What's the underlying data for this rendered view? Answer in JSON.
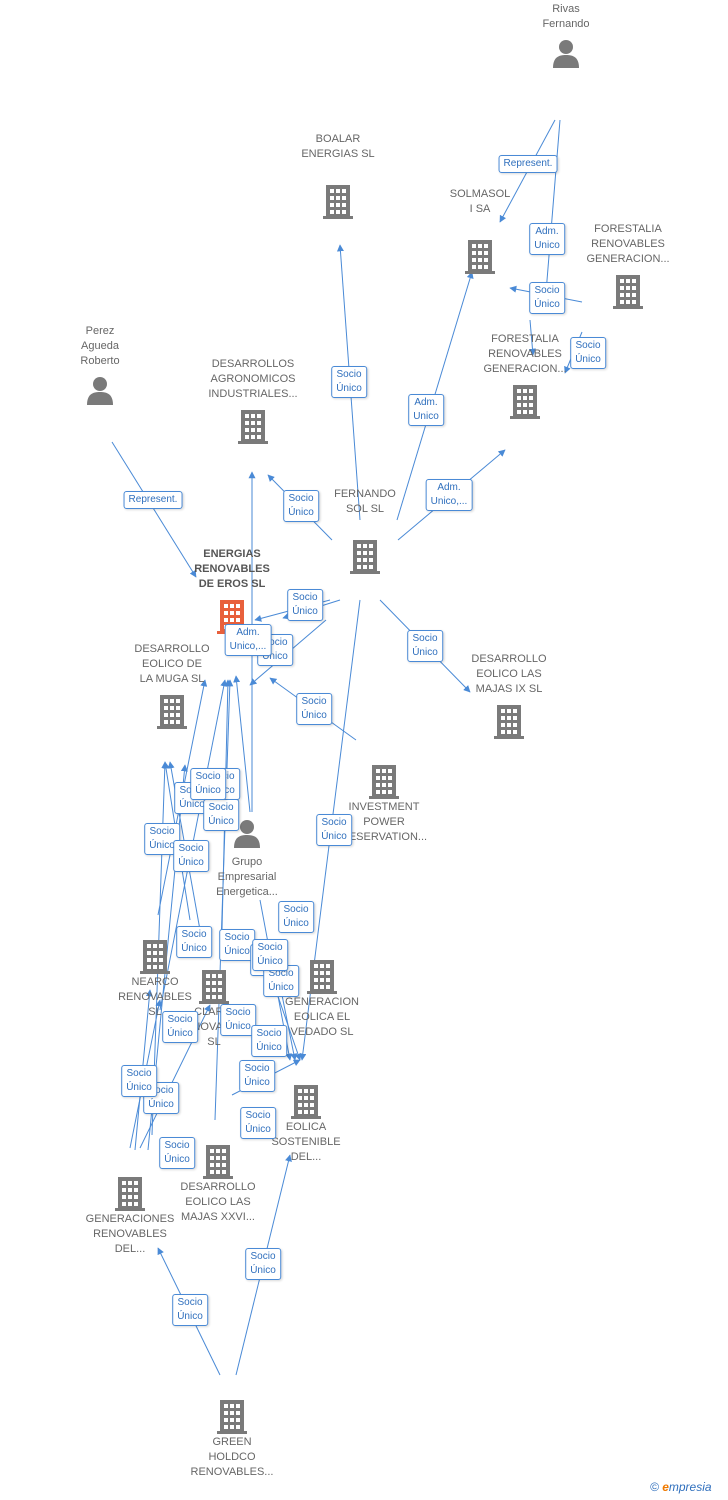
{
  "nodes": [
    {
      "id": "samper",
      "type": "person",
      "label": "Samper\nRivas\nFernando"
    },
    {
      "id": "boalar",
      "type": "company",
      "label": "BOALAR\nENERGIAS  SL"
    },
    {
      "id": "solmasol",
      "type": "company",
      "label": "SOLMASOL\nI SA"
    },
    {
      "id": "forestalia1",
      "type": "company",
      "label": "FORESTALIA\nRENOVABLES\nGENERACION..."
    },
    {
      "id": "forestalia2",
      "type": "company",
      "label": "FORESTALIA\nRENOVABLES\nGENERACION..."
    },
    {
      "id": "perez",
      "type": "person",
      "label": "Perez\nAgueda\nRoberto"
    },
    {
      "id": "desagro",
      "type": "company",
      "label": "DESARROLLOS\nAGRONOMICOS\nINDUSTRIALES..."
    },
    {
      "id": "fernando",
      "type": "company",
      "label": "FERNANDO\nSOL SL"
    },
    {
      "id": "eros",
      "type": "focus",
      "label": "ENERGIAS\nRENOVABLES\nDE EROS  SL"
    },
    {
      "id": "muga",
      "type": "company",
      "label": "DESARROLLO\nEOLICO DE\nLA MUGA SL"
    },
    {
      "id": "majas9",
      "type": "company",
      "label": "DESARROLLO\nEOLICO LAS\nMAJAS IX  SL"
    },
    {
      "id": "investment",
      "type": "company",
      "label": "INVESTMENT\nPOWER\nRESERVATION..."
    },
    {
      "id": "grupo",
      "type": "person",
      "label": "Grupo\nEmpresarial\nEnergetica..."
    },
    {
      "id": "nearco",
      "type": "company",
      "label": "NEARCO\nRENOVABLES\nSL"
    },
    {
      "id": "claris",
      "type": "company",
      "label": "CLARIS\nRENOVABLES\nSL"
    },
    {
      "id": "vedado",
      "type": "company",
      "label": "GENERACION\nEOLICA EL\nVEDADO SL"
    },
    {
      "id": "sostenible",
      "type": "company",
      "label": "EOLICA\nSOSTENIBLE\nDEL..."
    },
    {
      "id": "majas26",
      "type": "company",
      "label": "DESARROLLO\nEOLICO LAS\nMAJAS XXVI..."
    },
    {
      "id": "generaciones",
      "type": "company",
      "label": "GENERACIONES\nRENOVABLES\nDEL..."
    },
    {
      "id": "green",
      "type": "company",
      "label": "GREEN\nHOLDCO\nRENOVABLES..."
    }
  ],
  "edge_labels": [
    "Represent.",
    "Adm.\nUnico",
    "Socio\nÚnico",
    "Socio\nÚnico",
    "Socio\nÚnico",
    "Adm.\nUnico",
    "Represent.",
    "Socio\nÚnico",
    "Adm.\nUnico,...",
    "Socio\nÚnico",
    "Socio\nÚnico",
    "Socio\nÚnico",
    "Socio\nÚnico",
    "Adm.\nUnico,...",
    "Socio\nÚnico",
    "Socio\nÚnico",
    "Socio\nÚnico",
    "Socio\nÚnico",
    "Socio\nÚnico",
    "Socio\nÚnico",
    "Socio\nÚnico",
    "Socio\nÚnico",
    "Socio\nÚnico",
    "Socio\nÚnico",
    "Socio\nÚnico",
    "Socio\nÚnico",
    "Socio\nÚnico",
    "Socio\nÚnico",
    "Socio\nÚnico",
    "Socio\nÚnico",
    "Socio\nÚnico",
    "Socio\nÚnico",
    "Socio\nÚnico",
    "Socio\nÚnico",
    "Socio\nÚnico",
    "Socio\nÚnico",
    "Socio\nÚnico"
  ],
  "footer": {
    "copyright": "©",
    "brand_e": "e",
    "brand_rest": "mpresia"
  },
  "colors": {
    "link": "#4a8ad6",
    "icon": "#7a7a7a",
    "focus": "#e8603c"
  }
}
